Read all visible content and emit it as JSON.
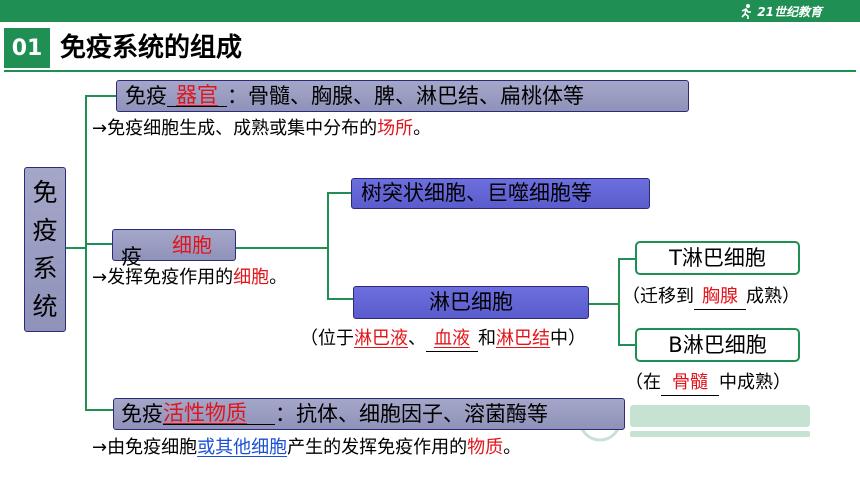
{
  "header": {
    "logo_text": "21世纪教育",
    "section_number": "01",
    "title": "免疫系统的组成"
  },
  "root": {
    "chars": [
      "免",
      "疫",
      "系",
      "统"
    ]
  },
  "organs": {
    "prefix": "免疫",
    "blank": "器官",
    "suffix": "：骨髓、胸腺、脾、淋巴结、扁桃体等",
    "note_prefix": "→免疫细胞生成、成熟或集中分布的",
    "note_blank": "场所",
    "note_suffix": "。"
  },
  "cells": {
    "prefix": "疫",
    "blank": "细胞",
    "note_prefix": "→发挥免疫作用的",
    "note_blank": "细胞",
    "note_suffix": "。"
  },
  "dendritic": {
    "label": "树突状细胞、巨噬细胞等"
  },
  "lymph": {
    "label": "淋巴细胞",
    "note_open": "（位于",
    "note_a": "淋巴液",
    "note_sep1": "、",
    "note_b": "血液",
    "note_sep2": "和",
    "note_c": "淋巴结",
    "note_close": "中）"
  },
  "t_cell": {
    "label": "T淋巴细胞",
    "note_open": "（迁移到",
    "note_blank": "胸腺",
    "note_close": "成熟）"
  },
  "b_cell": {
    "label": "B淋巴细胞",
    "note_open": "（在",
    "note_blank": "骨髓",
    "note_close": "中成熟）"
  },
  "active": {
    "prefix": "免疫",
    "blank": "活性物质",
    "suffix": "：抗体、细胞因子、溶菌酶等",
    "note_prefix": "→由免疫细胞",
    "note_link": "或其他细胞",
    "note_mid": "产生的发挥免疫作用的",
    "note_blank": "物质",
    "note_suffix": "。"
  },
  "colors": {
    "green": "#1f8f54",
    "red": "#e2141b",
    "blue": "#1a4fd6",
    "box_purple": "#9a9dc2",
    "box_bright": "#6365d6"
  }
}
